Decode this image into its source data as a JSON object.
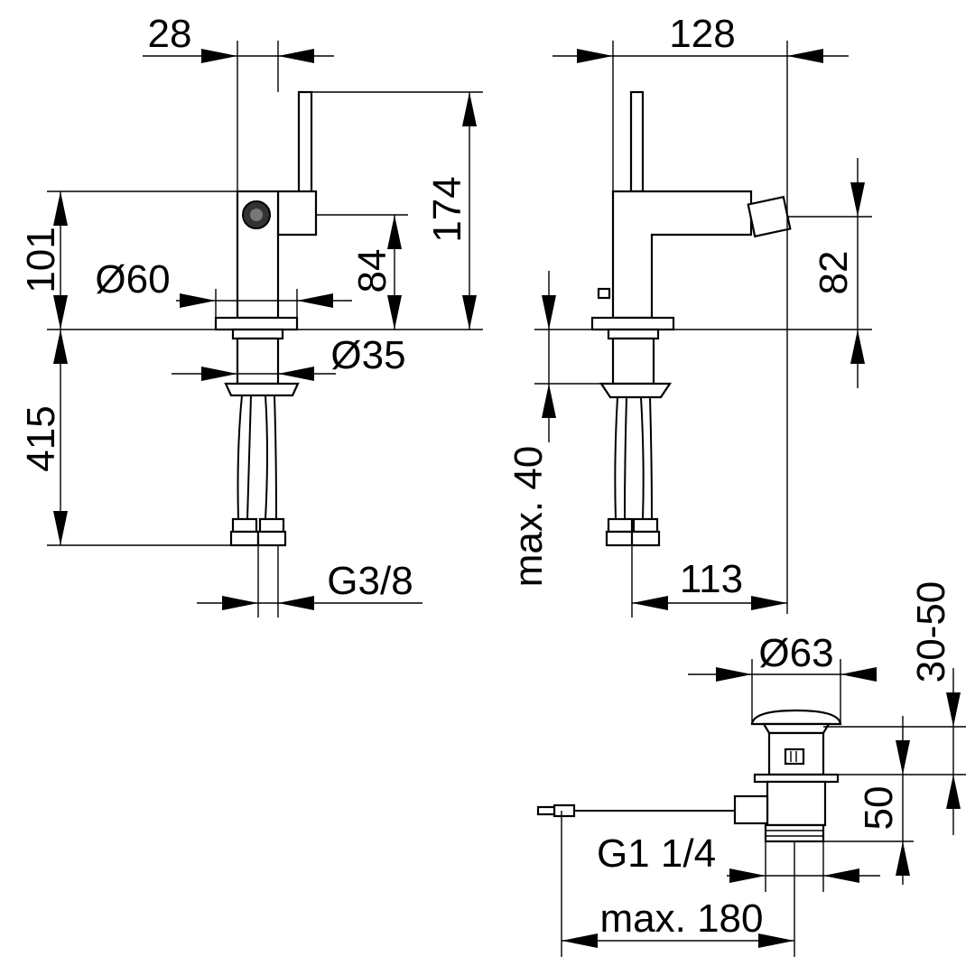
{
  "dimensions": {
    "width_28": "28",
    "width_128": "128",
    "height_174": "174",
    "height_101": "101",
    "diameter_60": "Ø60",
    "height_84": "84",
    "height_82": "82",
    "diameter_35": "Ø35",
    "length_415": "415",
    "thread_g38": "G3/8",
    "max_40": "max. 40",
    "reach_113": "113",
    "diameter_63": "Ø63",
    "range_30_50": "30-50",
    "height_50": "50",
    "thread_g114": "G1 1/4",
    "max_180": "max. 180"
  }
}
